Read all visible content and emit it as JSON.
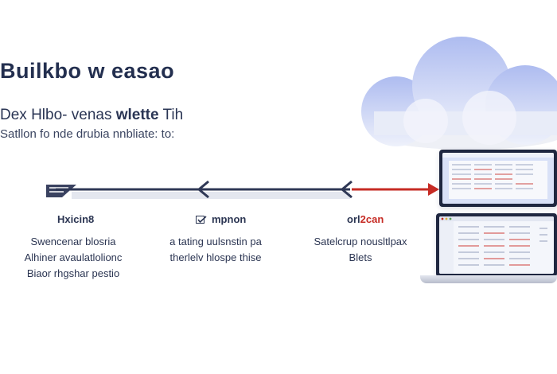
{
  "header": {
    "title": "Builkbo w easao",
    "subtitle_normal": "Dex Hlbo- venas ",
    "subtitle_bold": "wlette",
    "subtitle_tail": " Tih",
    "tagline": "Satllon fo nde drubia nnbliate: to:"
  },
  "steps": [
    {
      "icon": "feather-icon",
      "label": "Hxicin8",
      "desc": [
        "Swencenar blosria",
        "Alhiner avaulatlolionc",
        "Biaor rhgshar pestio"
      ]
    },
    {
      "icon": "check-icon",
      "label": "mpnon",
      "desc": [
        "a tating uulsnstin pa",
        "therlelv hlospe thise"
      ]
    },
    {
      "icon": "",
      "label_normal": "orl",
      "label_accent": "2can",
      "desc": [
        "Satelcrup nousltlpax",
        "Blets"
      ]
    }
  ],
  "colors": {
    "accent_red": "#c62b24",
    "navy": "#232f4f",
    "cloud": "#c9d3f4",
    "screen_blue": "#d8e0f7"
  }
}
